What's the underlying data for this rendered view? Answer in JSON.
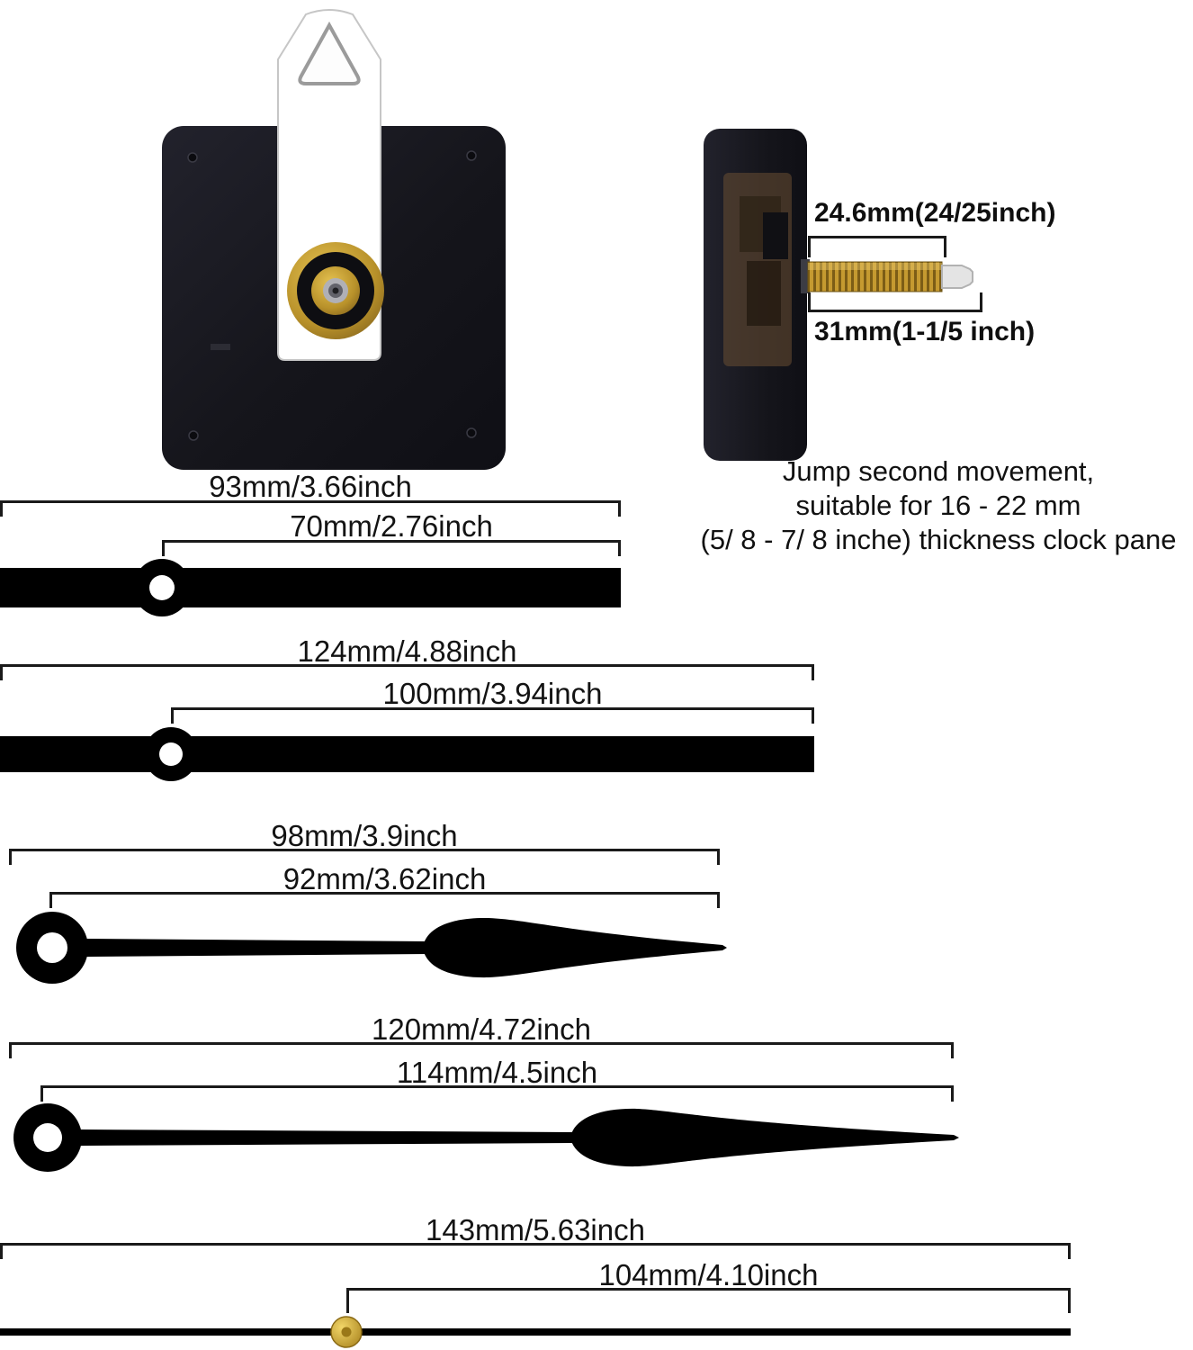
{
  "side_view": {
    "thread_length_label": "24.6mm(24/25inch)",
    "shaft_length_label": "31mm(1-1/5 inch)"
  },
  "description": {
    "line1": "Jump second movement,",
    "line2": "suitable for 16 - 22 mm",
    "line3": "(5/ 8 - 7/ 8 inche) thickness clock pane"
  },
  "hands": [
    {
      "kind": "straight-hour-hand",
      "total": "93mm/3.66inch",
      "partial": "70mm/2.76inch"
    },
    {
      "kind": "straight-minute-hand",
      "total": "124mm/4.88inch",
      "partial": "100mm/3.94inch"
    },
    {
      "kind": "spade-hour-hand",
      "total": "98mm/3.9inch",
      "partial": "92mm/3.62inch"
    },
    {
      "kind": "spade-minute-hand",
      "total": "120mm/4.72inch",
      "partial": "114mm/4.5inch"
    },
    {
      "kind": "second-hand",
      "total": "143mm/5.63inch",
      "partial": "104mm/4.10inch"
    }
  ],
  "colors": {
    "background": "#ffffff",
    "hand_black": "#000000",
    "movement_body": "#15151b",
    "brass_shaft": "#c59a30",
    "gold_hub": "#b8912a",
    "second_hand_grommet": "#d4af37"
  }
}
